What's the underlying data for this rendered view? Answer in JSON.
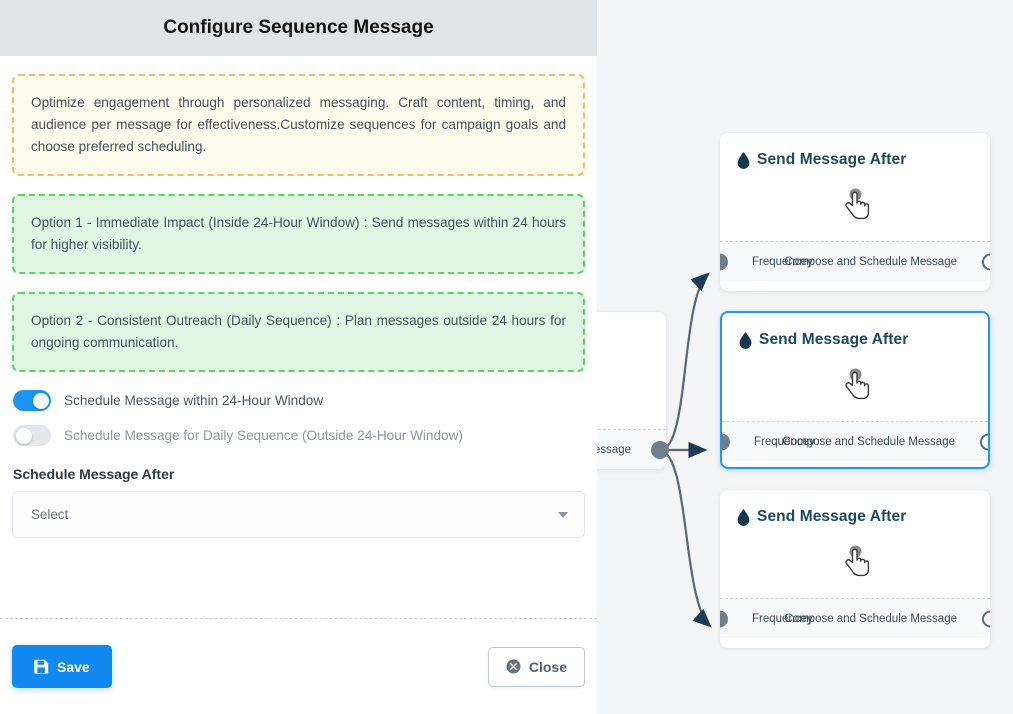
{
  "panel": {
    "title": "Configure Sequence Message",
    "notes": [
      {
        "tone": "yellow",
        "text": "Optimize engagement through personalized messaging. Craft content, timing, and audience per message for effectiveness.Customize sequences for campaign goals and choose preferred scheduling."
      },
      {
        "tone": "green",
        "text": "Option 1 - Immediate Impact (Inside 24-Hour Window) : Send messages within 24 hours for higher visibility."
      },
      {
        "tone": "green",
        "text": "Option 2 - Consistent Outreach (Daily Sequence) : Plan messages outside 24 hours for ongoing communication."
      }
    ],
    "toggles": [
      {
        "label": "Schedule Message within 24-Hour Window",
        "state": "on"
      },
      {
        "label": "Schedule Message for Daily Sequence (Outside 24-Hour Window)",
        "state": "off"
      }
    ],
    "field": {
      "label": "Schedule Message After",
      "value": "Select",
      "caret_icon": "chevron-down-icon"
    },
    "footer": {
      "save_label": "Save",
      "save_icon": "save-icon",
      "save_color": "#1189f0",
      "close_label": "Close",
      "close_icon": "close-circle-icon"
    }
  },
  "canvas": {
    "background": "#f4f5f7",
    "selected_border_color": "#2196f3",
    "edge_color": "#5a6673",
    "nodes": [
      {
        "title": "Send Message After",
        "head_icon": "tint-drop-icon",
        "body_icon": "hand-pointer-icon",
        "foot_left": "Frequencey",
        "foot_right": "Compose and Schedule Message",
        "selected": "no"
      },
      {
        "title": "Send Message After",
        "head_icon": "tint-drop-icon",
        "body_icon": "hand-pointer-icon",
        "foot_left": "Frequencey",
        "foot_right": "Compose and Schedule Message",
        "selected": "yes"
      },
      {
        "title": "Send Message After",
        "head_icon": "tint-drop-icon",
        "body_icon": "hand-pointer-icon",
        "foot_left": "Frequencey",
        "foot_right": "Compose and Schedule Message",
        "selected": "no"
      }
    ],
    "clipped_node": {
      "foot_right": "ce Message"
    }
  }
}
